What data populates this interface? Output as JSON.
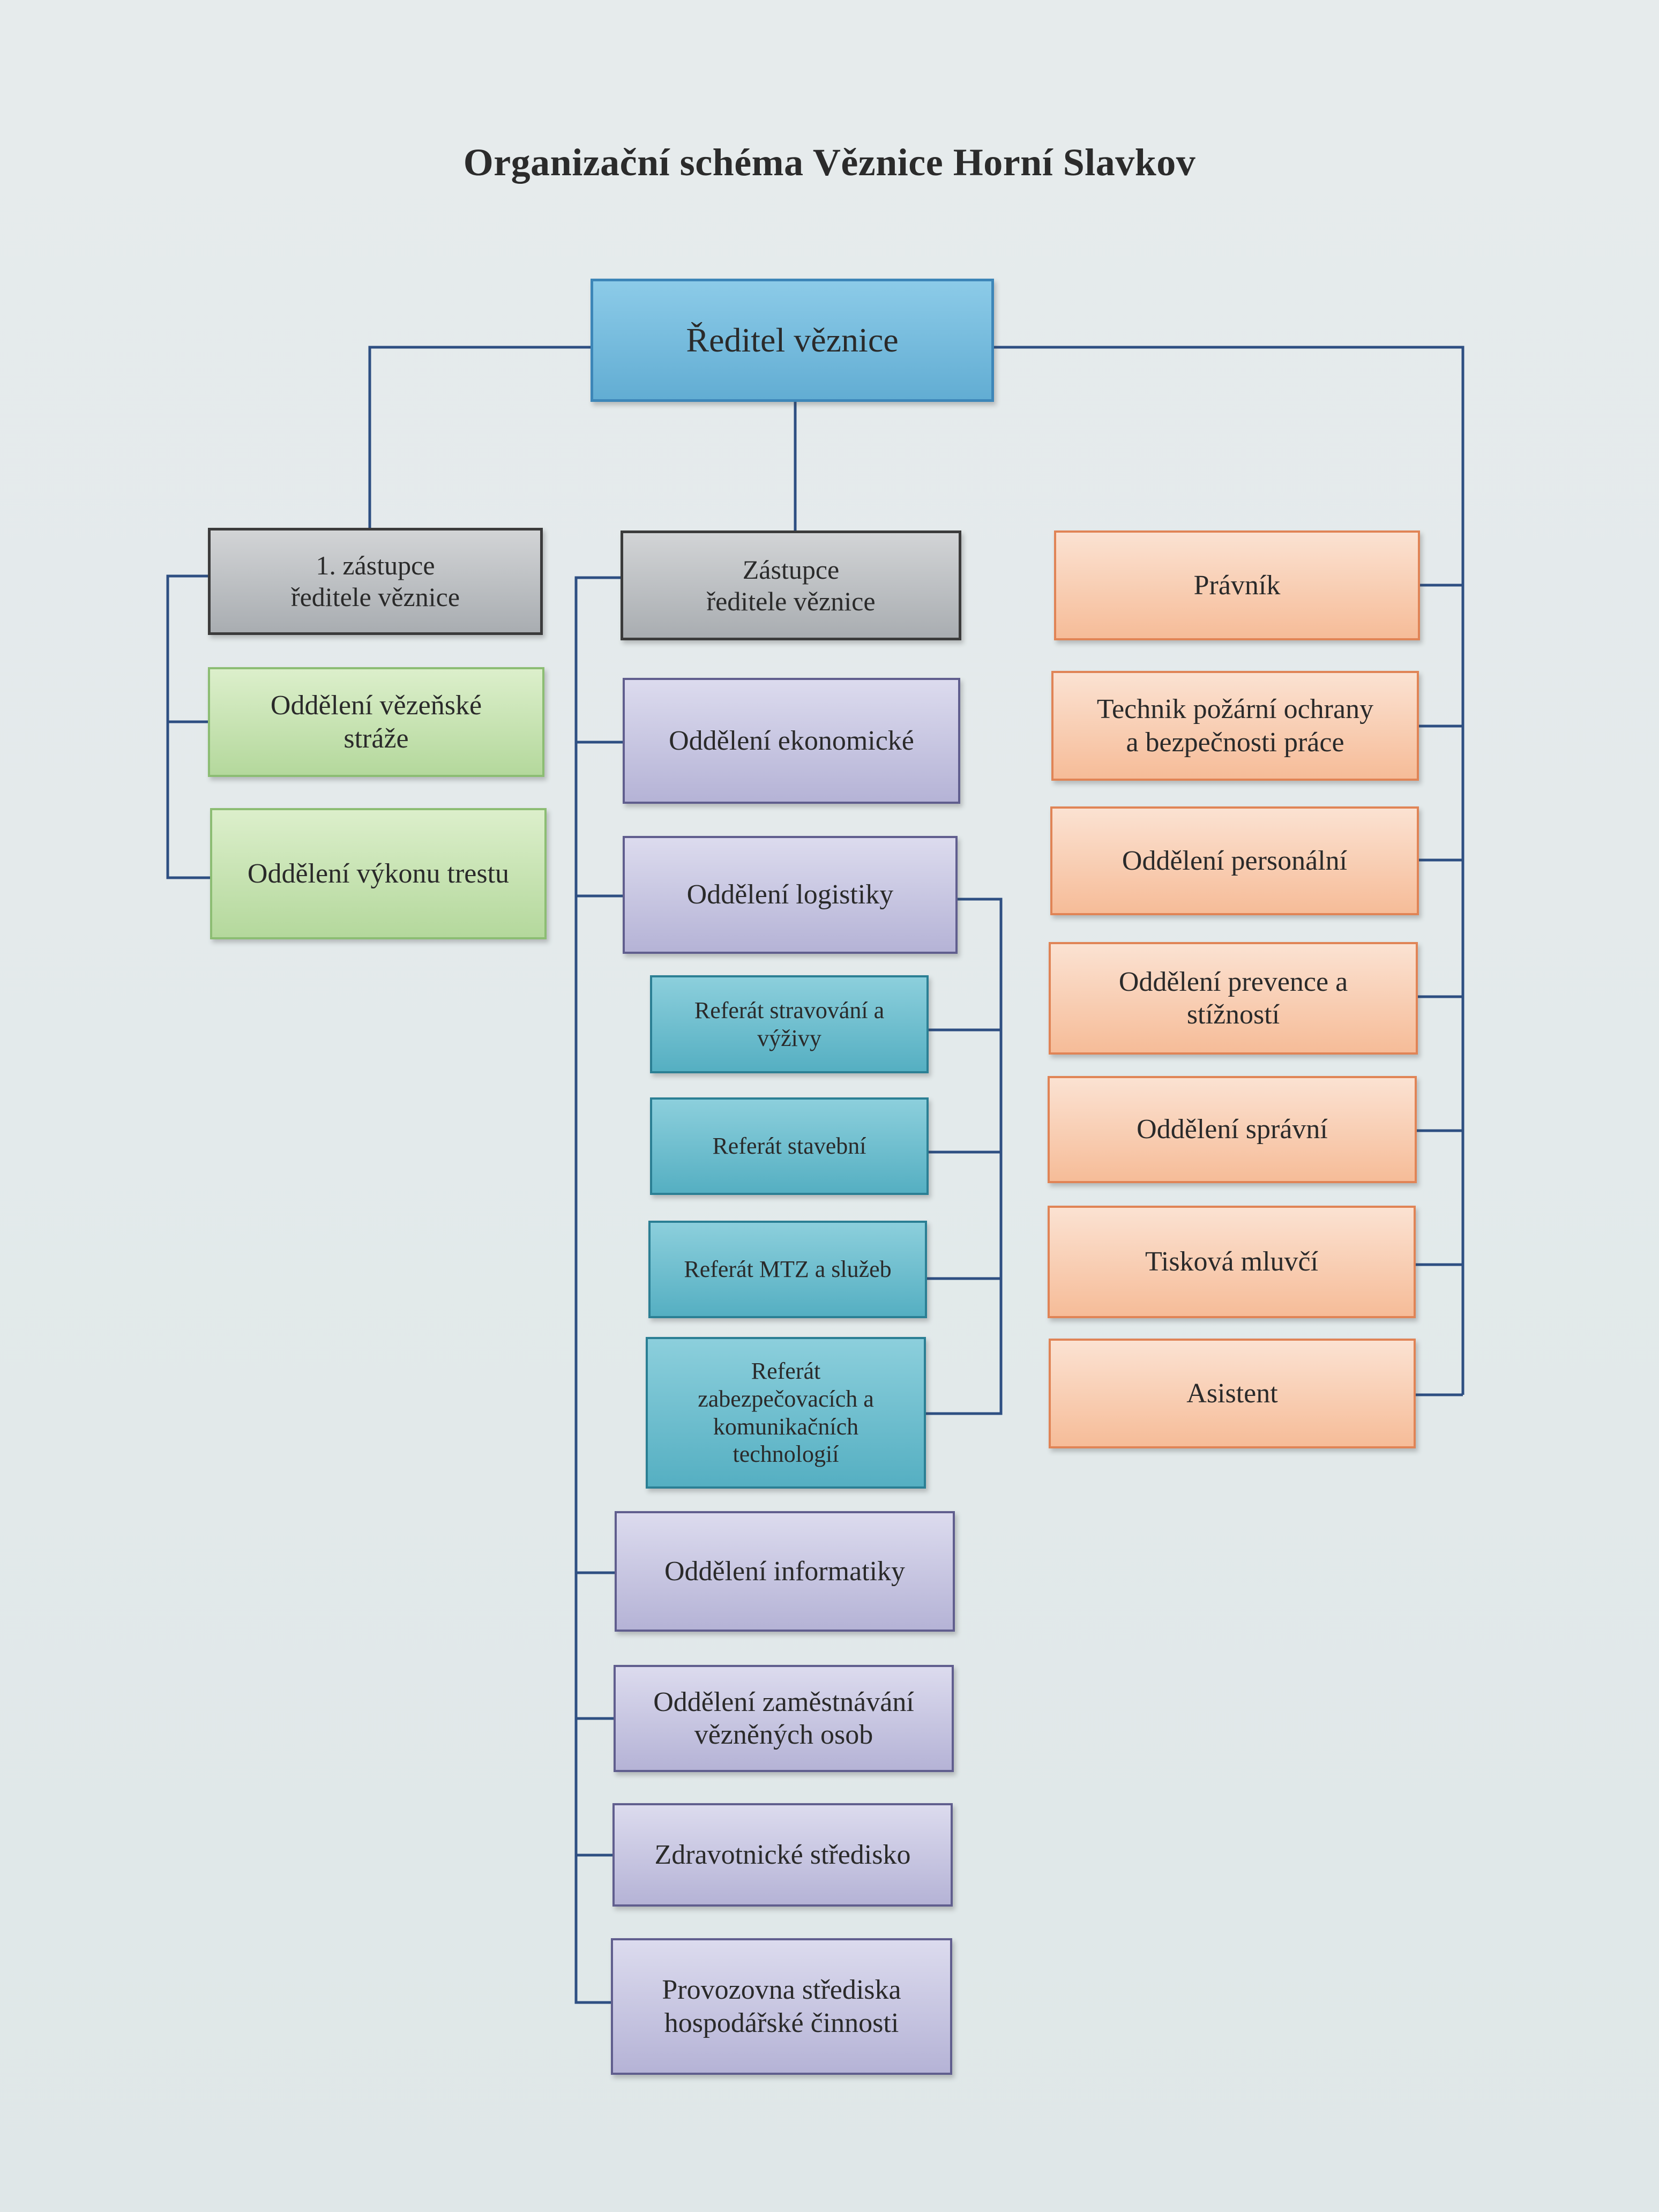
{
  "title": "Organizační schéma Věznice Horní Slavkov",
  "colors": {
    "line": "#2e4f82",
    "director": "#6fb7dc",
    "deputy": "#b4b7ba",
    "green": "#c4e2ae",
    "purple": "#c4c3e0",
    "teal": "#66b8ca",
    "orange": "#f8cbae"
  },
  "director": {
    "label": "Ředitel věznice"
  },
  "first_deputy": {
    "label": "1. zástupce\nředitele věznice",
    "departments": [
      "Oddělení vězeňské\nstráže",
      "Oddělení výkonu trestu"
    ]
  },
  "deputy": {
    "label": "Zástupce\nředitele věznice",
    "departments": [
      "Oddělení ekonomické",
      "Oddělení logistiky",
      "Oddělení informatiky",
      "Oddělení zaměstnávání\nvězněných osob",
      "Zdravotnické středisko",
      "Provozovna střediska\nhospodářské činnosti"
    ],
    "logistics_units": [
      "Referát stravování a\nvýživy",
      "Referát stavební",
      "Referát MTZ a služeb",
      "Referát\nzabezpečovacích a\nkomunikačních\ntechnologií"
    ]
  },
  "director_staff": [
    "Právník",
    "Technik požární ochrany\na bezpečnosti práce",
    "Oddělení personální",
    "Oddělení prevence a\nstížností",
    "Oddělení správní",
    "Tisková mluvčí",
    "Asistent"
  ]
}
